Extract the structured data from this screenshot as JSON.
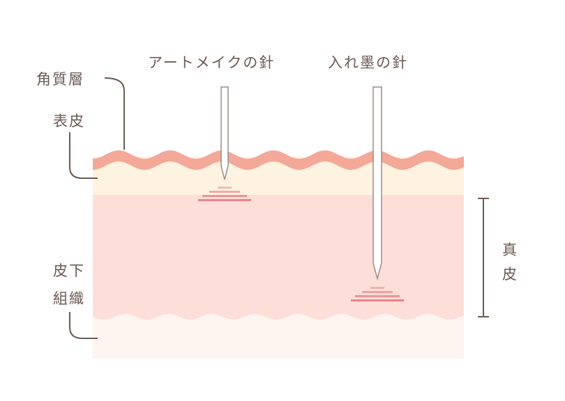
{
  "needles": {
    "artmake": "アートメイクの針",
    "tattoo": "入れ墨の針"
  },
  "layers": {
    "stratum_corneum": "角質層",
    "epidermis": "表皮",
    "subcutaneous_1": "皮下",
    "subcutaneous_2": "組織",
    "dermis_1": "真",
    "dermis_2": "皮"
  },
  "colors": {
    "corneum": "#F4A898",
    "epidermis": "#FEF2E0",
    "dermis": "#FDDED8",
    "subcutaneous": "#FEF4F0",
    "ink": "#E8808A",
    "line": "#6a5a55"
  }
}
